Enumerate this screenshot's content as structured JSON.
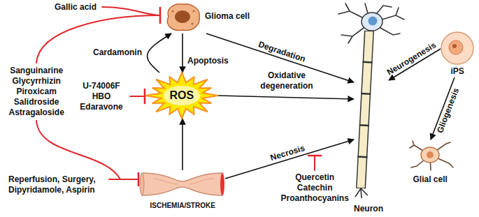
{
  "diagram": {
    "nodes": [
      {
        "text": [
          "Glioma cell"
        ]
      },
      {
        "text": [
          "ROS"
        ]
      },
      {
        "text": [
          "ISCHEMIA/STROKE"
        ]
      },
      {
        "text": [
          "Neuron"
        ]
      },
      {
        "text": [
          "iPS"
        ]
      },
      {
        "text": [
          "Glial cell"
        ]
      }
    ],
    "edges": [
      {
        "from": 0,
        "to": 3,
        "arrow": "to",
        "label": "Degradation"
      },
      {
        "from": 0,
        "to": 1,
        "arrow": "to",
        "label": "Apoptosis"
      },
      {
        "from": 1,
        "to": 0,
        "arrow": "to",
        "label": "Cardamonin"
      },
      {
        "from": 1,
        "to": 3,
        "arrow": "to",
        "label": "Oxidative degeneration"
      },
      {
        "from": 2,
        "to": 1,
        "arrow": "to"
      },
      {
        "from": 2,
        "to": 3,
        "arrow": "to",
        "label": "Necrosis"
      },
      {
        "from": 4,
        "to": 3,
        "arrow": "to",
        "label": "Neurogenesis"
      },
      {
        "from": 4,
        "to": 5,
        "arrow": "to",
        "label": "Gliogenesis"
      }
    ],
    "labels": [
      "Gallic acid",
      "Sanguinarine Glycyrrhizin Piroxicam Salidroside Astragaloside",
      "U-74006F HBO Edaravone",
      "Reperfusion, Surgery, Dipyridamole, Aspirin",
      "Quercetin Catechin Proanthocyanins"
    ]
  }
}
